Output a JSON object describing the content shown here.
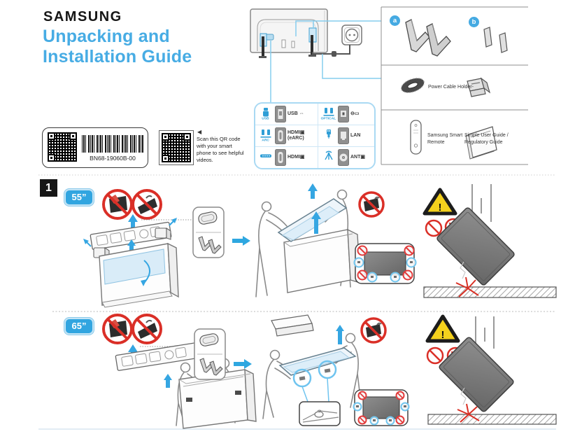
{
  "header": {
    "brand": "SAMSUNG",
    "title_line1": "Unpacking and",
    "title_line2": "Installation Guide"
  },
  "label_area": {
    "barcode_text": "BN68-19060B-00",
    "qr_pointer": "◀",
    "qr_caption": "Scan this QR code with your smart phone to see helpful videos."
  },
  "port_panel": {
    "cells": [
      {
        "sub": "USB",
        "label": "USB ⇔"
      },
      {
        "sub": "OPTICAL",
        "label": "⊖▭"
      },
      {
        "sub": "ARC",
        "label": "HDMI▣ (eARC)"
      },
      {
        "sub": "",
        "label": "LAN"
      },
      {
        "sub": "",
        "label": "HDMI▣"
      },
      {
        "sub": "",
        "label": "ANT▣"
      }
    ]
  },
  "accessories": {
    "item_a_badge": "a",
    "item_b_badge": "b",
    "power_cable_holder_label": "Power Cable Holder-",
    "remote_line1": "Samsung Smart",
    "remote_line2": "Remote",
    "guide_line1": "Simple User Guide /",
    "guide_line2": "Regulatory Guide"
  },
  "steps": {
    "number": "1",
    "size_55": "55”",
    "size_65": "65”",
    "warning_mark": "!"
  }
}
